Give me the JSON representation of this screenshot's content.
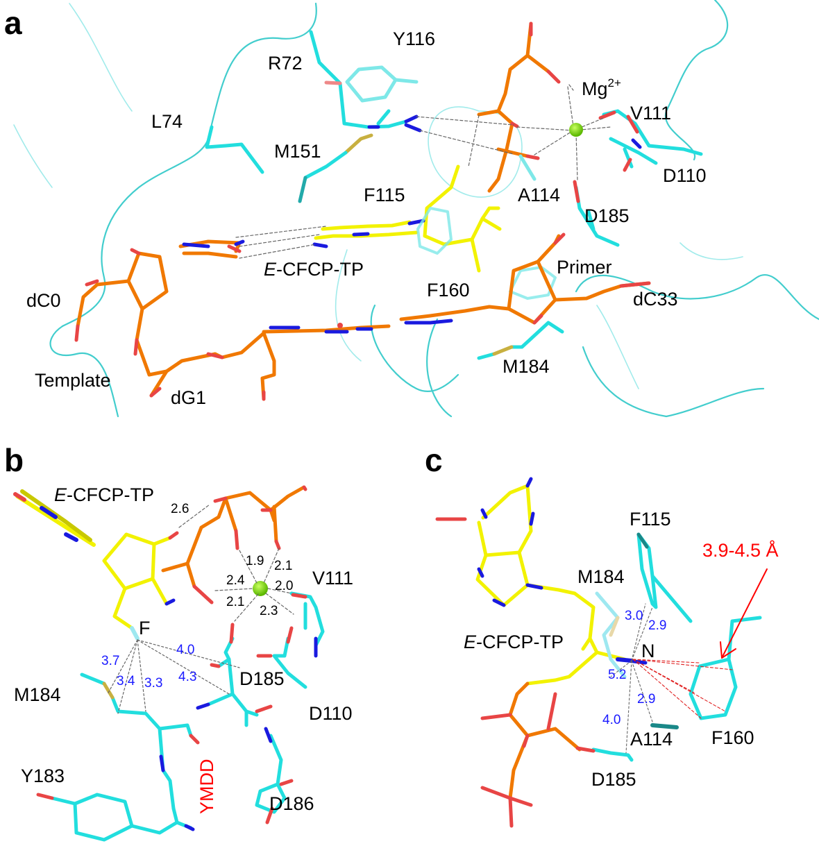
{
  "figure": {
    "panels": [
      {
        "id": "a",
        "letter": "a",
        "labels": {
          "R72": "R72",
          "Y116": "Y116",
          "L74": "L74",
          "M151": "M151",
          "F115": "F115",
          "A114": "A114",
          "Mg": "Mg",
          "Mg_charge": "2+",
          "V111": "V111",
          "D110": "D110",
          "D185": "D185",
          "ligand_prefix": "E",
          "ligand_rest": "-CFCP-TP",
          "Primer": "Primer",
          "F160": "F160",
          "dC0": "dC0",
          "dC33": "dC33",
          "Template": "Template",
          "dG1": "dG1",
          "M184": "M184"
        }
      },
      {
        "id": "b",
        "letter": "b",
        "labels": {
          "ligand_prefix": "E",
          "ligand_rest": "-CFCP-TP",
          "V111": "V111",
          "F": "F",
          "M184": "M184",
          "D185": "D185",
          "D110": "D110",
          "Y183": "Y183",
          "D186": "D186",
          "YMDD": "YMDD"
        },
        "mg_distances": [
          "2.6",
          "1.9",
          "2.1",
          "2.4",
          "2.0",
          "2.1",
          "2.3"
        ],
        "fluorine_distances": [
          "3.7",
          "3.4",
          "3.3",
          "4.0",
          "4.3"
        ]
      },
      {
        "id": "c",
        "letter": "c",
        "labels": {
          "F115": "F115",
          "M184": "M184",
          "ligand_prefix": "E",
          "ligand_rest": "-CFCP-TP",
          "N": "N",
          "A114": "A114",
          "F160": "F160",
          "D185": "D185",
          "range": "3.9-4.5 Å"
        },
        "distances": [
          "3.0",
          "2.9",
          "5.2",
          "2.9",
          "4.0"
        ]
      }
    ],
    "colors": {
      "protein": "#22dede",
      "ligand_carbon": "#f2f200",
      "nucleic_carbon": "#f07800",
      "nitrogen": "#1a1adf",
      "oxygen": "#e84545",
      "sulfur": "#c8b040",
      "magnesium": "#7fdc00",
      "distance_blue": "#1a1aff",
      "highlight_red": "#ff0000"
    }
  }
}
